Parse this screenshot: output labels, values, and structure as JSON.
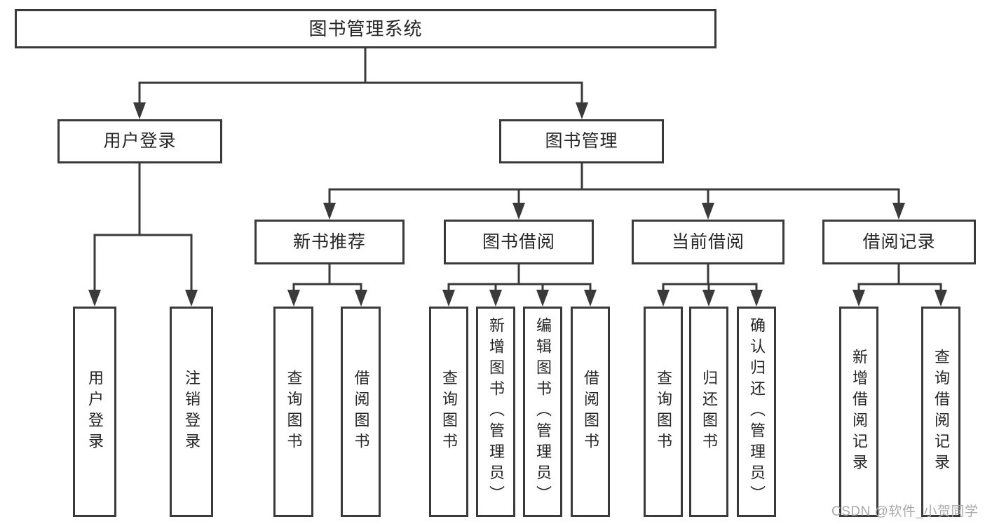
{
  "diagram": {
    "root": {
      "label": "图书管理系统"
    },
    "level2": [
      {
        "id": "user-login",
        "label": "用户登录"
      },
      {
        "id": "book-management",
        "label": "图书管理"
      }
    ],
    "level3": [
      {
        "id": "new-book-recommend",
        "label": "新书推荐"
      },
      {
        "id": "book-borrow",
        "label": "图书借阅"
      },
      {
        "id": "current-borrow",
        "label": "当前借阅"
      },
      {
        "id": "borrow-records",
        "label": "借阅记录"
      }
    ],
    "leaves": [
      {
        "id": "user-login-leaf",
        "label": "用户登录"
      },
      {
        "id": "logout",
        "label": "注销登录"
      },
      {
        "id": "query-books-1",
        "label": "查询图书"
      },
      {
        "id": "borrow-book-1",
        "label": "借阅图书"
      },
      {
        "id": "query-books-2",
        "label": "查询图书"
      },
      {
        "id": "add-book-admin",
        "label": "新增图书（管理员）"
      },
      {
        "id": "edit-book-admin",
        "label": "编辑图书（管理员）"
      },
      {
        "id": "borrow-book-2",
        "label": "借阅图书"
      },
      {
        "id": "query-books-3",
        "label": "查询图书"
      },
      {
        "id": "return-book",
        "label": "归还图书"
      },
      {
        "id": "confirm-return-admin",
        "label": "确认归还（管理员）"
      },
      {
        "id": "add-borrow-record",
        "label": "新增借阅记录"
      },
      {
        "id": "query-borrow-record",
        "label": "查询借阅记录"
      }
    ],
    "watermark": "CSDN @软件_小贺同学",
    "colors": {
      "line": "#3a3a3a",
      "text": "#262626",
      "watermark": "#a9a9a9",
      "background": "#ffffff"
    }
  }
}
